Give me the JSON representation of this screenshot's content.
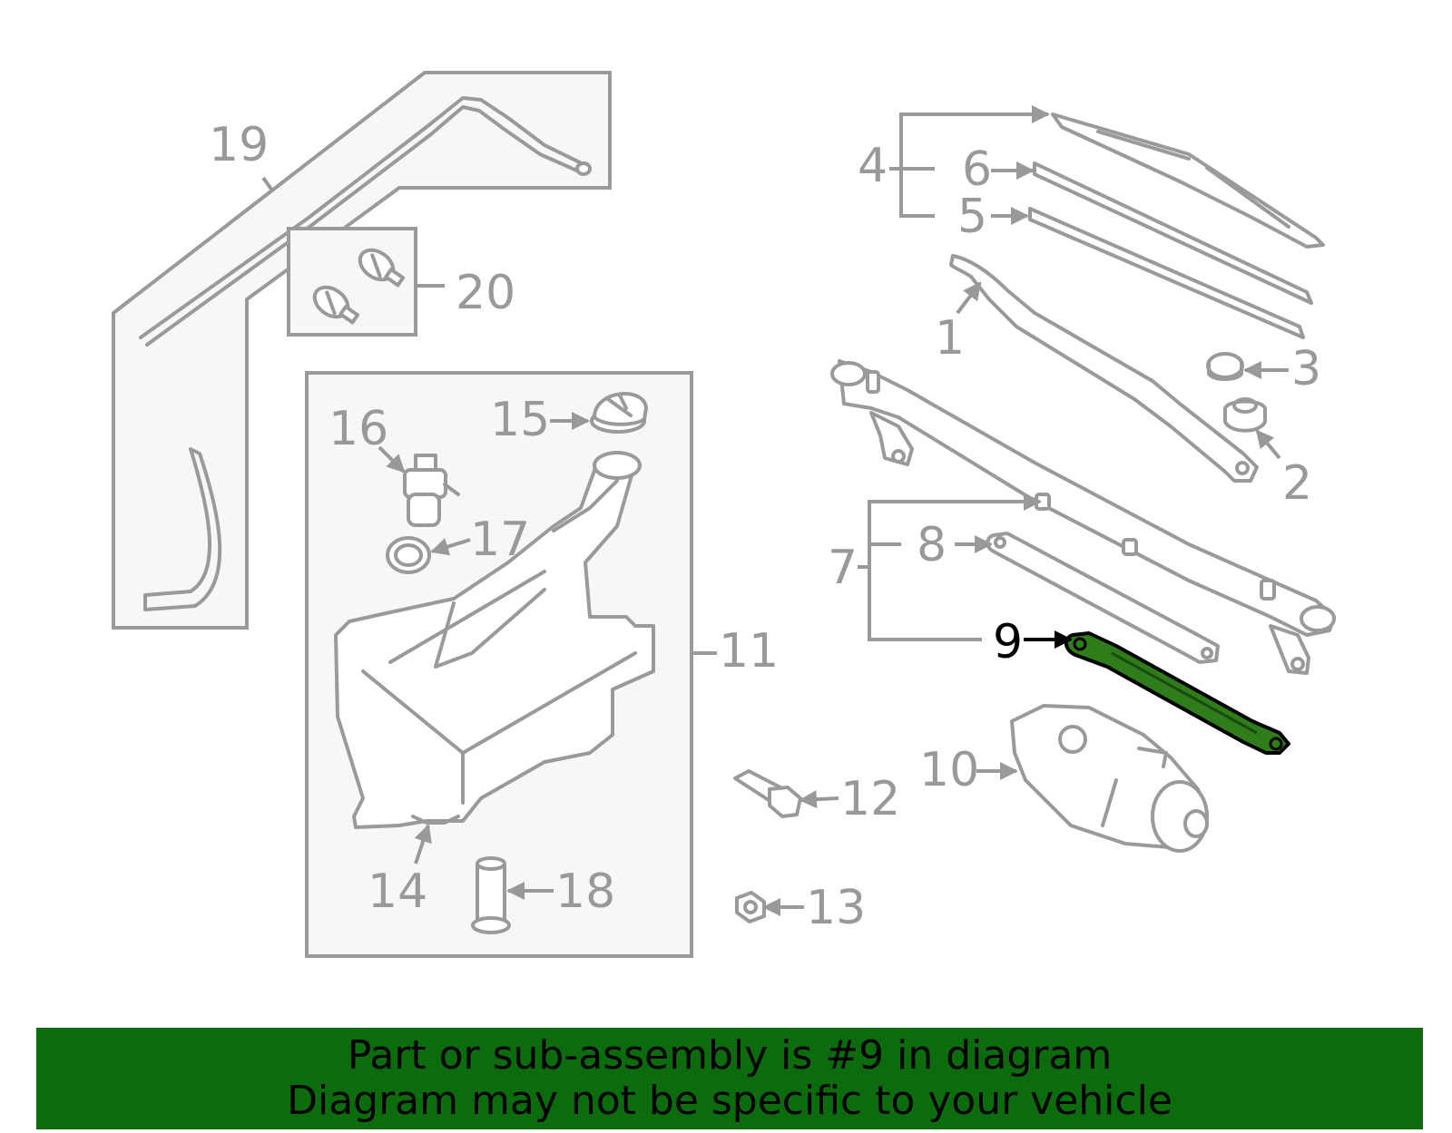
{
  "callouts": {
    "c1": "1",
    "c2": "2",
    "c3": "3",
    "c4": "4",
    "c5": "5",
    "c6": "6",
    "c7": "7",
    "c8": "8",
    "c9": "9",
    "c10": "10",
    "c11": "11",
    "c12": "12",
    "c13": "13",
    "c14": "14",
    "c15": "15",
    "c16": "16",
    "c17": "17",
    "c18": "18",
    "c19": "19",
    "c20": "20"
  },
  "highlighted_part": "9",
  "colors": {
    "line": "#9a9a9a",
    "label": "#999999",
    "highlight": "#2e7d1a",
    "banner": "#0c6b0c"
  },
  "banner": {
    "line1": "Part or sub-assembly is #9 in diagram",
    "line2": "Diagram may not be specific to your vehicle"
  }
}
